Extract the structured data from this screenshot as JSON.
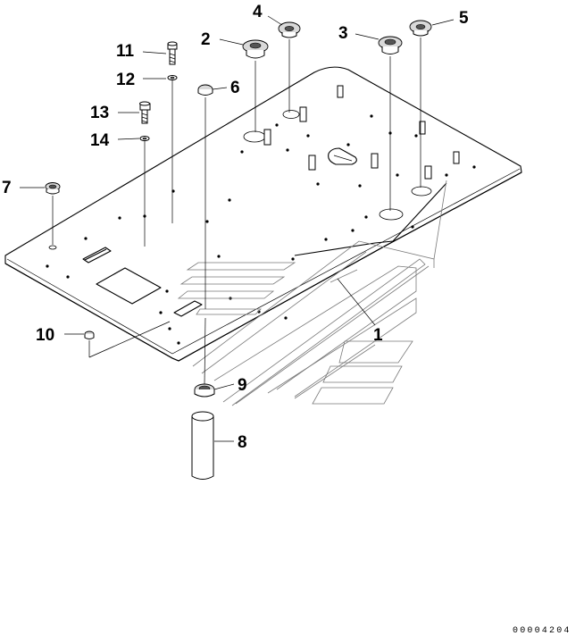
{
  "callouts": {
    "c1": "1",
    "c2": "2",
    "c3": "3",
    "c4": "4",
    "c5": "5",
    "c6": "6",
    "c7": "7",
    "c8": "8",
    "c9": "9",
    "c10": "10",
    "c11": "11",
    "c12": "12",
    "c13": "13",
    "c14": "14"
  },
  "catalog_number": "00004204"
}
